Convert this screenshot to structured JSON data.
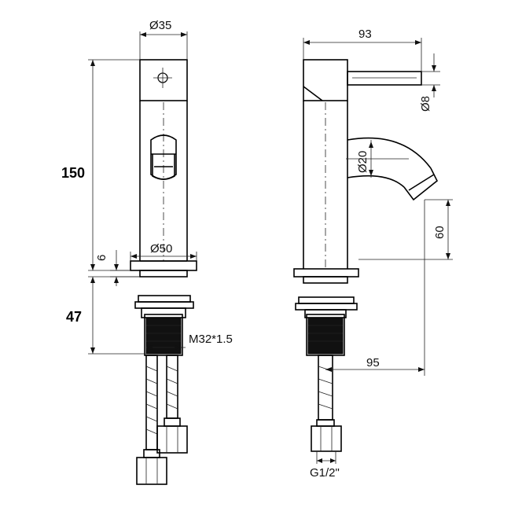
{
  "colors": {
    "line": "#111111",
    "background": "#ffffff"
  },
  "front_view": {
    "dim_top_diameter": "Ø35",
    "dim_height": "150",
    "dim_base_diameter": "Ø50",
    "dim_base_thickness": "6",
    "dim_shank_length": "47",
    "dim_thread": "M32*1.5"
  },
  "side_view": {
    "dim_length": "93",
    "dim_handle_diameter": "Ø8",
    "dim_spout_diameter": "Ø20",
    "dim_spout_clearance": "60",
    "dim_reach": "95",
    "dim_hose_connection": "G1/2\""
  }
}
